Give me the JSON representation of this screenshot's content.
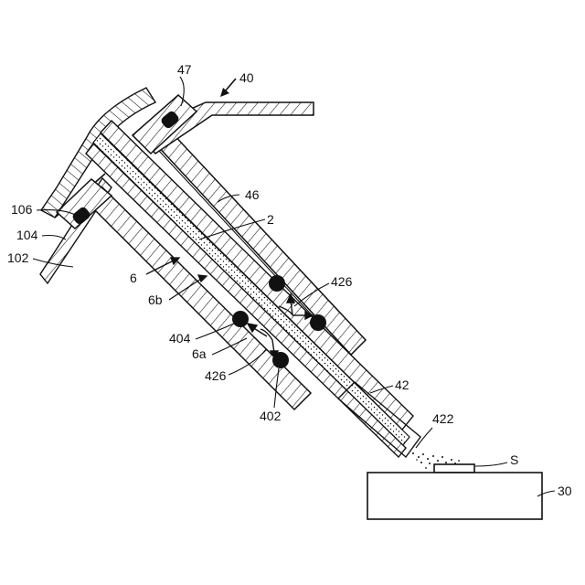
{
  "labels": {
    "l40": "40",
    "l47": "47",
    "l46": "46",
    "l2": "2",
    "l106": "106",
    "l104": "104",
    "l102": "102",
    "l6": "6",
    "l6b": "6b",
    "l426a": "426",
    "l404": "404",
    "l6a": "6a",
    "l426b": "426",
    "l402": "402",
    "l42": "42",
    "l422": "422",
    "lS": "S",
    "l30": "30"
  }
}
